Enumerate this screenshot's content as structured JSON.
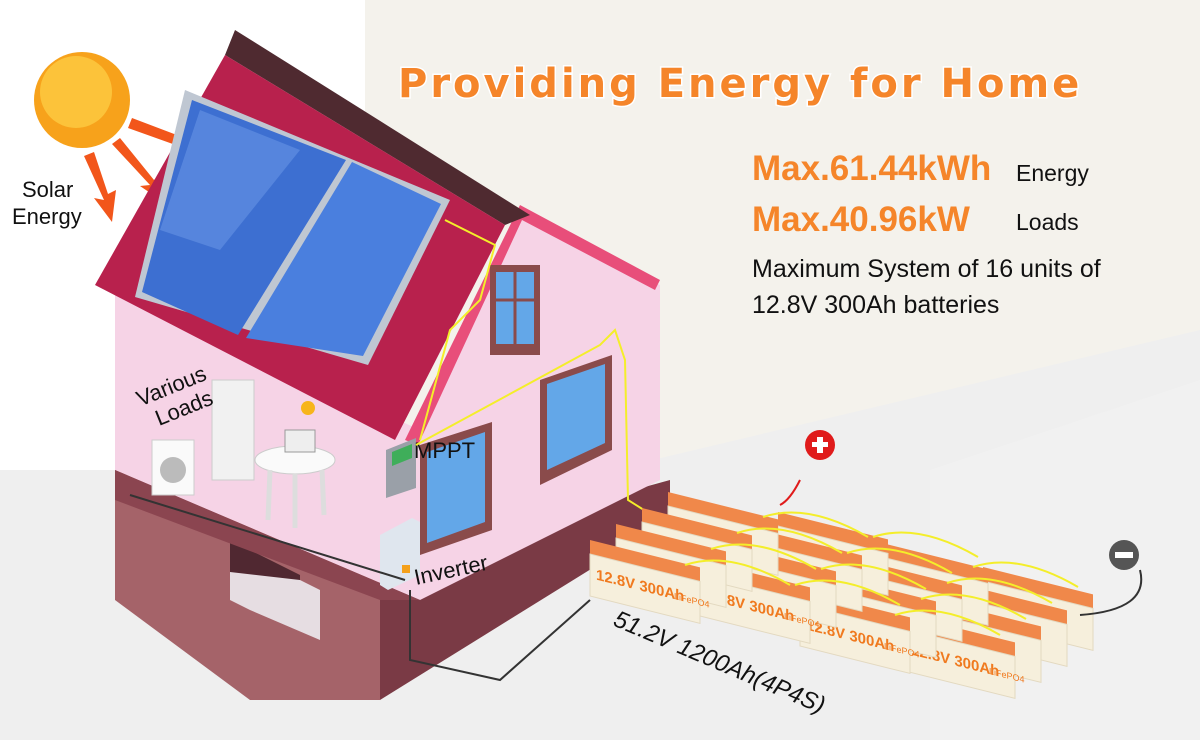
{
  "title": "Providing Energy for Home",
  "stats": {
    "energy_value": "Max.61.44kWh",
    "energy_label": "Energy",
    "loads_value": "Max.40.96kW",
    "loads_label": "Loads",
    "description_line1": "Maximum System of 16 units of",
    "description_line2": "12.8V 300Ah batteries"
  },
  "labels": {
    "solar_line1": "Solar",
    "solar_line2": "Energy",
    "loads_line1": "Various",
    "loads_line2": "Loads",
    "mppt": "MPPT",
    "inverter": "Inverter",
    "battery_bank": "51.2V 1200Ah(4P4S)"
  },
  "battery": {
    "rating": "12.8V 300Ah",
    "chemistry": "LiFePO4"
  },
  "colors": {
    "accent": "#f5852a",
    "roof": "#b8214d",
    "wall": "#f6d3e6",
    "wire": "#f4ee2a"
  }
}
